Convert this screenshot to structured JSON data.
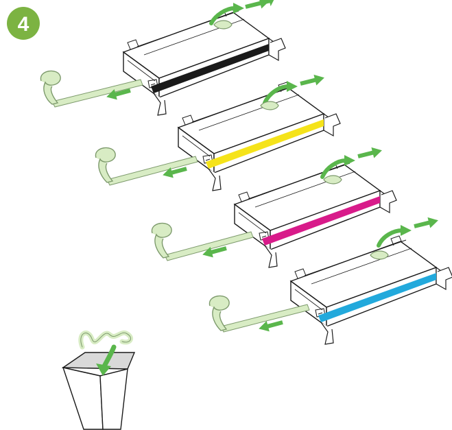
{
  "step": {
    "number": "4"
  },
  "colors": {
    "badge": "#7cb342",
    "badge_text": "#ffffff",
    "arrow": "#5ab64c",
    "tape": "#d8ecc4",
    "tape_stroke": "#7d9a6c",
    "outline": "#1a1a1a",
    "body_fill": "#ffffff"
  },
  "cartridges": [
    {
      "name": "black",
      "toner_color": "#1a1a1a"
    },
    {
      "name": "yellow",
      "toner_color": "#f5e31a"
    },
    {
      "name": "magenta",
      "toner_color": "#d81b8a"
    },
    {
      "name": "cyan",
      "toner_color": "#22a9dc"
    }
  ],
  "icons": {
    "pull_arrow": "pull-tab-arrow-icon",
    "lift_arrow": "lift-tab-arrow-icon",
    "trash": "wastebasket-icon"
  }
}
